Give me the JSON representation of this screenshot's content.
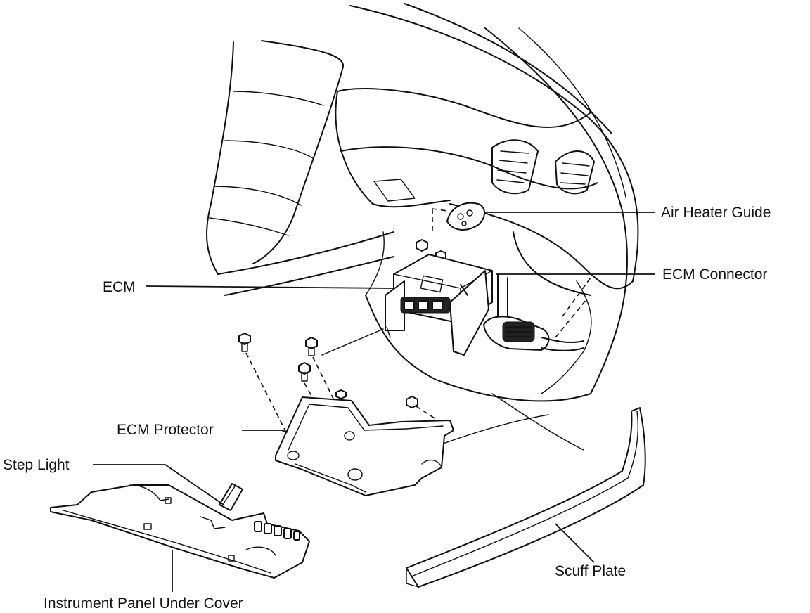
{
  "labels": {
    "air_heater_guide": "Air Heater Guide",
    "ecm": "ECM",
    "ecm_connector": "ECM Connector",
    "ecm_protector": "ECM Protector",
    "step_light": "Step Light",
    "instrument_panel_under_cover": "Instrument Panel Under Cover",
    "scuff_plate": "Scuff Plate"
  }
}
